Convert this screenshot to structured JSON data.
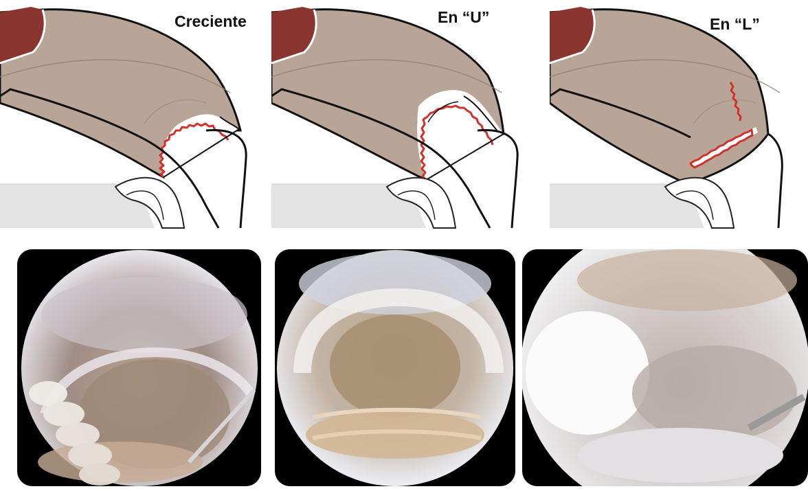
{
  "diagrams": [
    {
      "id": "creciente",
      "label": "Creciente"
    },
    {
      "id": "u",
      "label": "En “U”"
    },
    {
      "id": "l",
      "label": "En “L”"
    }
  ],
  "colors": {
    "tendon_fill": "#b8a597",
    "bone_red": "#8a3530",
    "tear_outline": "#d2302a",
    "outline": "#111111",
    "gray_block": "#e3e3e3"
  },
  "photos": [
    {
      "id": "photo-creciente",
      "name": "arthroscopic-photo-crescent"
    },
    {
      "id": "photo-u",
      "name": "arthroscopic-photo-u"
    },
    {
      "id": "photo-l",
      "name": "arthroscopic-photo-l"
    }
  ]
}
